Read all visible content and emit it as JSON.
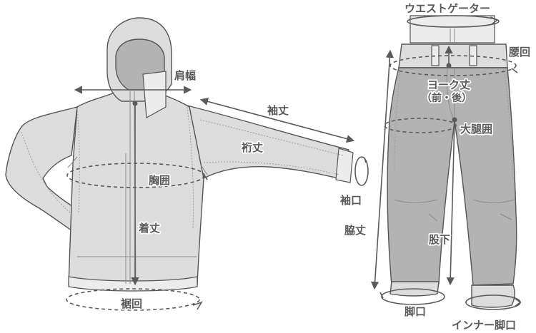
{
  "labels": {
    "shoulder_width": "肩幅",
    "sleeve_length": "袖丈",
    "yuki_length": "裄丈",
    "chest": "胸囲",
    "body_length": "着丈",
    "cuff": "袖口",
    "hem": "裾回",
    "waist_gaiter": "ウエストゲーター",
    "waist": "腰回",
    "yoke_length": "ヨーク丈",
    "front_back": "（前・後）",
    "thigh": "大腿囲",
    "side_length": "脇丈",
    "inseam": "股下",
    "hem_opening": "脚口",
    "inner_hem_opening": "インナー脚口"
  },
  "colors": {
    "jacket_fill": "#dddddd",
    "pants_fill": "#b3b3b3",
    "outline": "#555555",
    "measure_line": "#5a5a5a"
  }
}
